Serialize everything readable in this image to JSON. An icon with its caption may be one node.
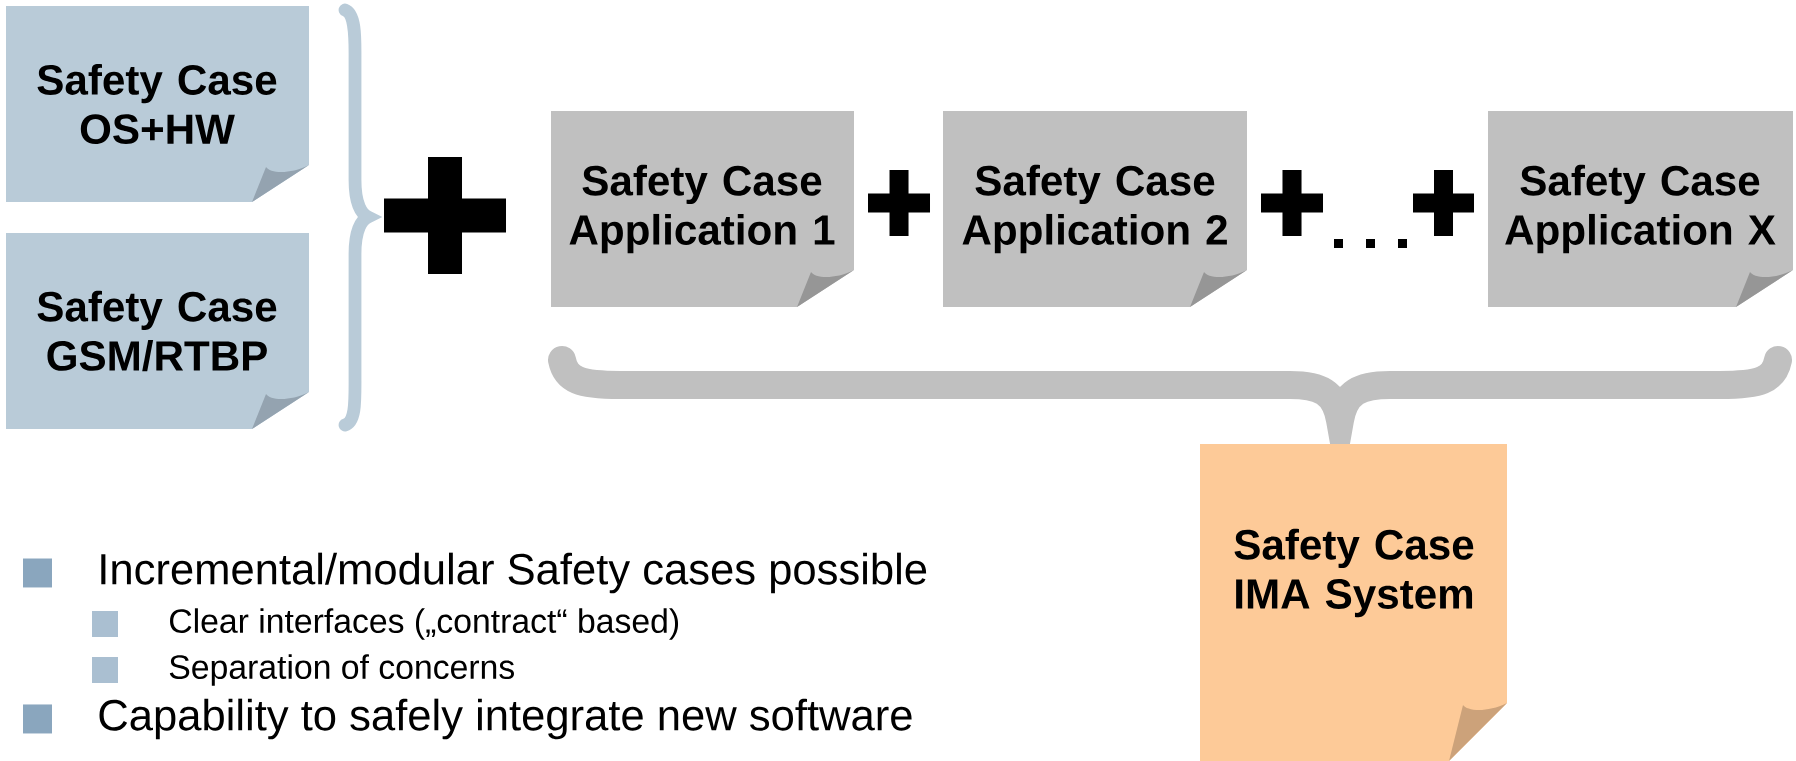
{
  "diagram": {
    "nodes": [
      {
        "text": [
          "Safety Case OS+HW"
        ]
      },
      {
        "text": [
          "Safety Case GSM/RTBP"
        ]
      },
      {
        "text": [
          "Safety Case Application 1"
        ]
      },
      {
        "text": [
          "Safety Case Application 2"
        ]
      },
      {
        "text": [
          "Safety Case Application X"
        ]
      },
      {
        "text": [
          "Safety Case IMA System"
        ]
      }
    ],
    "labels": [
      "Incremental/modular Safety cases possible",
      "Clear interfaces („contract“ based)",
      "Separation of concerns",
      "Capability to safely integrate new software"
    ]
  }
}
